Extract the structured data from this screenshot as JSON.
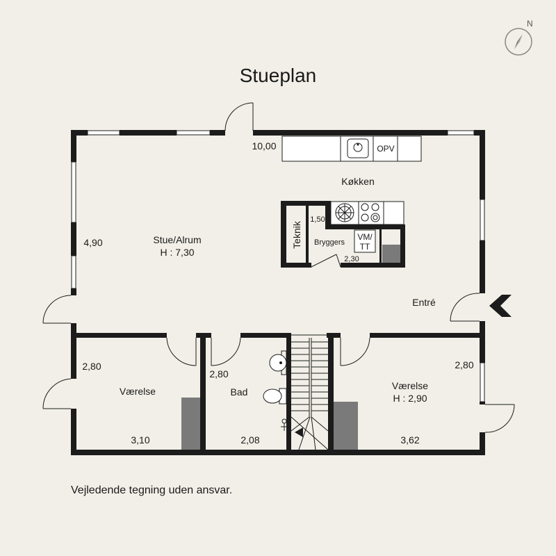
{
  "plan": {
    "title": "Stueplan",
    "north_label": "N",
    "disclaimer": "Vejledende tegning uden ansvar.",
    "rooms": {
      "stue": {
        "name": "Stue/Alrum",
        "height": "H : 7,30"
      },
      "kokken": {
        "name": "Køkken"
      },
      "opv": {
        "name": "OPV"
      },
      "teknik": {
        "name": "Teknik"
      },
      "bryggers": {
        "name": "Bryggers"
      },
      "vmtt": {
        "line1": "VM/",
        "line2": "TT"
      },
      "entre": {
        "name": "Entré"
      },
      "vaerelse_left": {
        "name": "Værelse"
      },
      "bad": {
        "name": "Bad"
      },
      "vaerelse_right": {
        "name": "Værelse",
        "height": "H : 2,90"
      }
    },
    "dimensions": {
      "top_width": "10,00",
      "left_depth": "4,90",
      "teknik_size": "1,50",
      "bryggers_size": "2,30",
      "vaerelse_left_depth": "2,80",
      "vaerelse_left_width": "3,10",
      "bad_depth": "2,80",
      "bad_width": "2,08",
      "vaerelse_right_depth": "2,80",
      "vaerelse_right_width": "3,62"
    }
  }
}
